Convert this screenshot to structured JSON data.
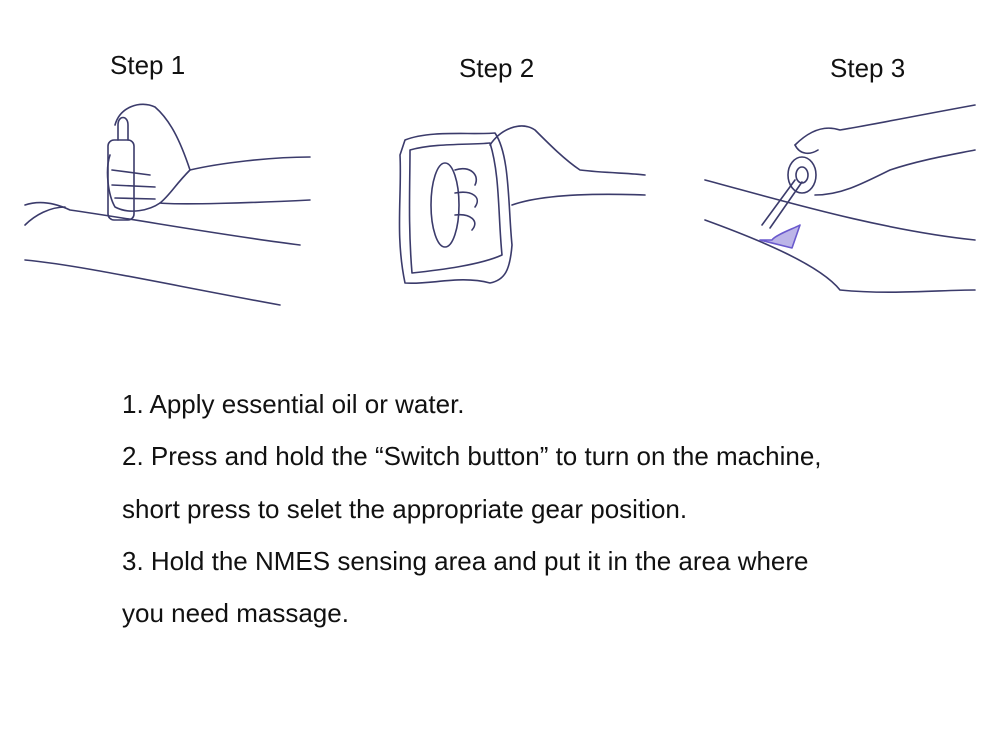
{
  "steps": [
    {
      "label": "Step 1"
    },
    {
      "label": "Step 2"
    },
    {
      "label": "Step 3"
    }
  ],
  "instructions": [
    "1. Apply essential oil or water.",
    "2. Press and hold the “Switch button” to turn on the machine,",
    "short press to selet the appropriate gear position.",
    "3. Hold the NMES sensing area and put it in the area where",
    "you need massage."
  ],
  "colors": {
    "sketch": "#3b3b6b",
    "highlight": "#6a5acd"
  }
}
